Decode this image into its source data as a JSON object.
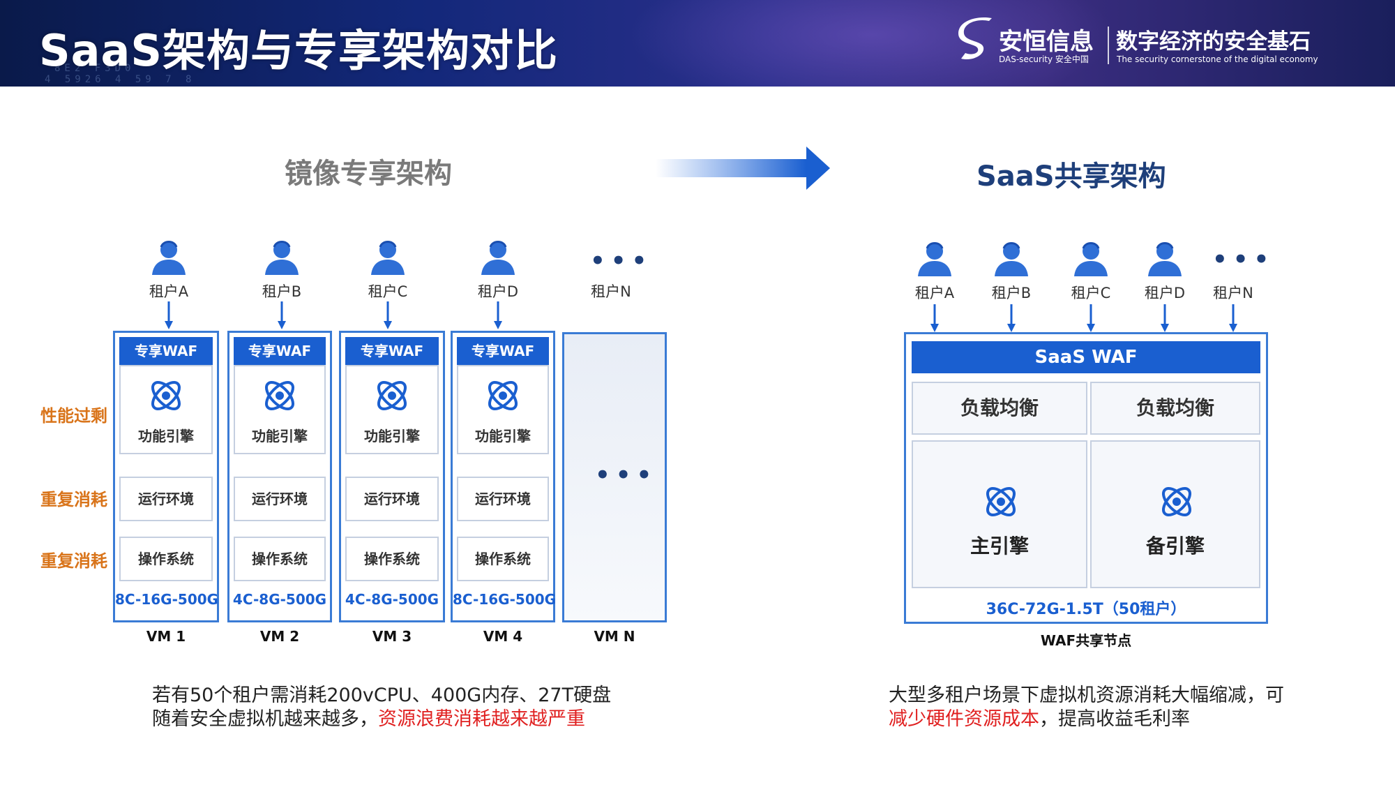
{
  "header": {
    "title": "SaaS架构与专享架构对比",
    "brand_name": "安恒信息",
    "brand_sub": "DAS-security 安全中国",
    "slogan": "数字经济的安全基石",
    "slogan_en": "The security cornerstone of the digital economy",
    "banner_digits_1": "8E2 F3D0",
    "banner_digits_2": "4  5926 4   59    7  8"
  },
  "left": {
    "title": "镜像专享架构",
    "side_labels": [
      "性能过剩",
      "重复消耗",
      "重复消耗"
    ],
    "tenants": [
      "租户A",
      "租户B",
      "租户C",
      "租户D",
      "租户N"
    ],
    "vms": [
      {
        "head": "专享WAF",
        "engine": "功能引擎",
        "runtime": "运行环境",
        "os": "操作系统",
        "spec": "8C-16G-500G",
        "label": "VM 1"
      },
      {
        "head": "专享WAF",
        "engine": "功能引擎",
        "runtime": "运行环境",
        "os": "操作系统",
        "spec": "4C-8G-500G",
        "label": "VM 2"
      },
      {
        "head": "专享WAF",
        "engine": "功能引擎",
        "runtime": "运行环境",
        "os": "操作系统",
        "spec": "4C-8G-500G",
        "label": "VM 3"
      },
      {
        "head": "专享WAF",
        "engine": "功能引擎",
        "runtime": "运行环境",
        "os": "操作系统",
        "spec": "8C-16G-500G",
        "label": "VM 4"
      }
    ],
    "vmn_label": "VM N",
    "desc_line1": "若有50个租户需消耗200vCPU、400G内存、27T硬盘",
    "desc_line2_a": "随着安全虚拟机越来越多，",
    "desc_line2_b": "资源浪费消耗越来越严重"
  },
  "right": {
    "title": "SaaS共享架构",
    "tenants": [
      "租户A",
      "租户B",
      "租户C",
      "租户D",
      "租户N"
    ],
    "waf_head": "SaaS WAF",
    "lb1": "负载均衡",
    "lb2": "负载均衡",
    "main_engine": "主引擎",
    "backup_engine": "备引擎",
    "spec": "36C-72G-1.5T（50租户）",
    "node_label": "WAF共享节点",
    "desc_line1": "大型多租户场景下虚拟机资源消耗大幅缩减，可",
    "desc_line2_a": "减少硬件资源成本",
    "desc_line2_b": "，提高收益毛利率"
  },
  "colors": {
    "accent": "#1a5fd0",
    "warn": "#d9741a",
    "red": "#e02020",
    "title_dark": "#1e3f7a"
  }
}
